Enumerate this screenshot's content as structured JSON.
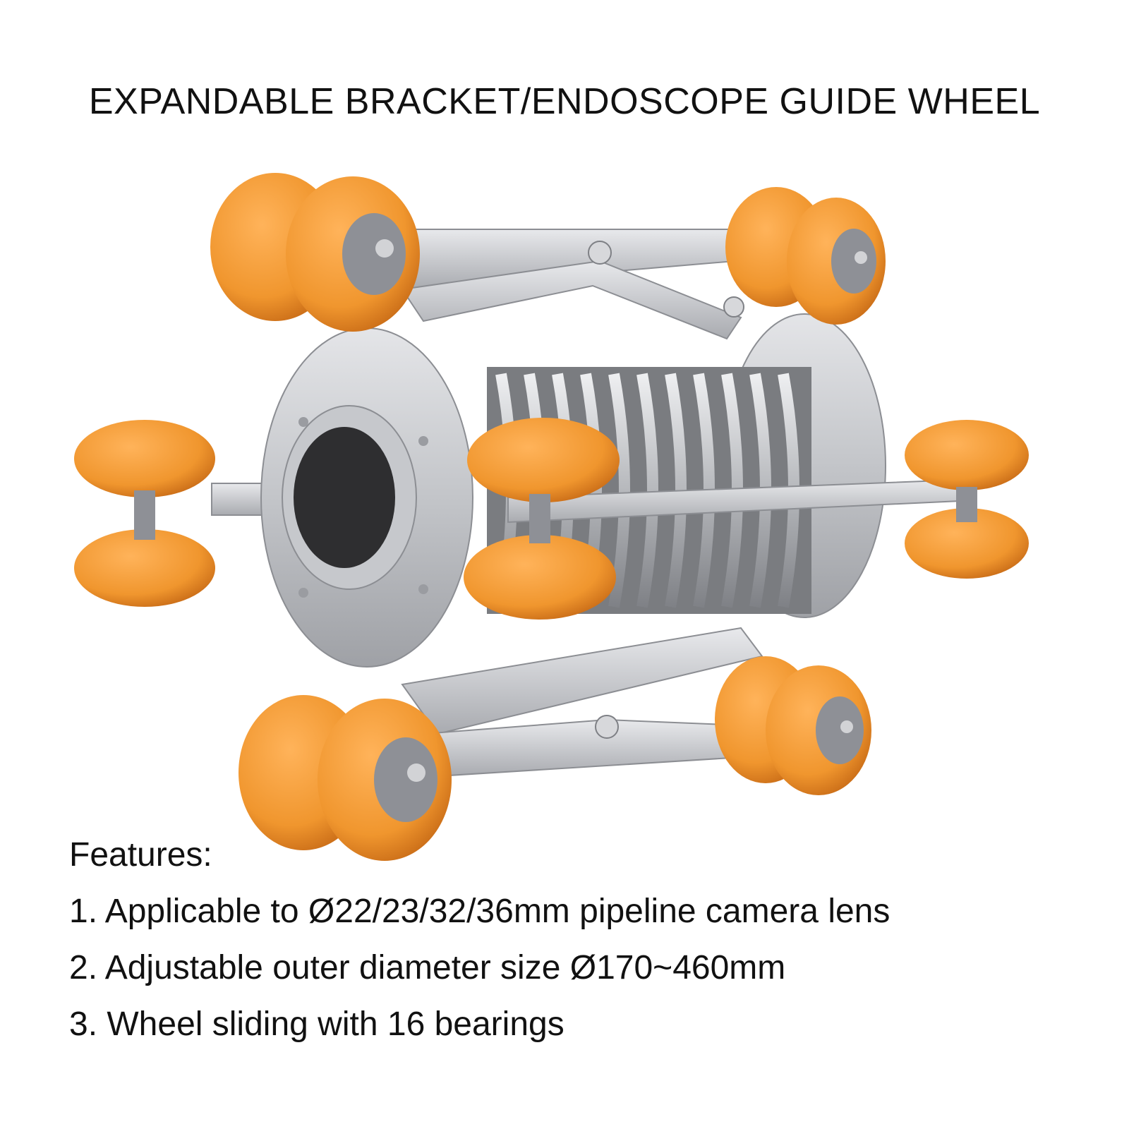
{
  "title": "EXPANDABLE BRACKET/ENDOSCOPE GUIDE WHEEL",
  "colors": {
    "wheel": "#f0962e",
    "wheel_dark": "#d9761a",
    "metal": "#c9cbcf",
    "metal_dark": "#9a9ca1",
    "hub": "#8e9096",
    "bore": "#2e2e30"
  },
  "features": {
    "heading": "Features:",
    "items": [
      "1. Applicable to Ø22/23/32/36mm pipeline camera lens",
      "2. Adjustable outer diameter size Ø170~460mm",
      "3. Wheel sliding with 16 bearings"
    ]
  }
}
